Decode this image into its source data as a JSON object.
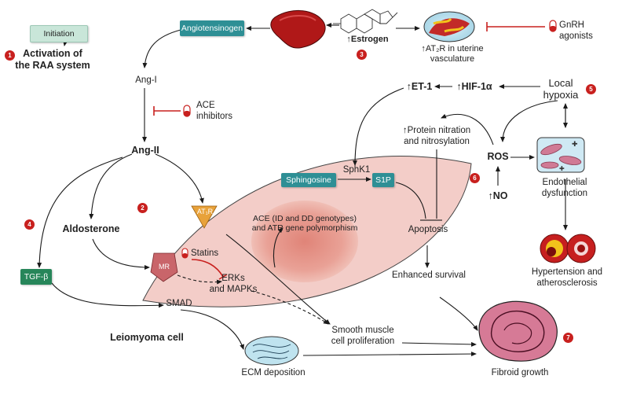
{
  "colors": {
    "accent_red": "#c8201e",
    "teal": "#2e8f95",
    "green": "#27865a",
    "cell_fill": "#f3cdc8",
    "arrow": "#1a1a1a"
  },
  "steps": [
    "1",
    "2",
    "3",
    "4",
    "5",
    "6",
    "7"
  ],
  "boxes": {
    "initiation": "Initiation",
    "angiotensinogen": "Angiotensinogen",
    "sphingosine": "Sphingosine",
    "s1p": "S1P",
    "tgf_beta": "TGF-β"
  },
  "labels": {
    "activation_line1": "Activation of",
    "activation_line2": "the RAA system",
    "ang1": "Ang-I",
    "ang2": "Ang-II",
    "ace_inhibitors_line1": "ACE",
    "ace_inhibitors_line2": "inhibitors",
    "aldosterone": "Aldosterone",
    "at1r": "AT₁R",
    "mr": "MR",
    "statins": "Statins",
    "erks_line1": "ERKs",
    "erks_line2": "and MAPKs",
    "smad": "SMAD",
    "leiomyoma": "Leiomyoma cell",
    "ecm": "ECM deposition",
    "estrogen": "↑Estrogen",
    "at2r_line1": "↑AT₂R in uterine",
    "at2r_line2": "vasculature",
    "gnrh_line1": "GnRH",
    "gnrh_line2": "agonists",
    "et1": "↑ET-1",
    "hif": "↑HIF-1α",
    "hypoxia_line1": "Local",
    "hypoxia_line2": "hypoxia",
    "nitration_line1": "↑Protein nitration",
    "nitration_line2": "and nitrosylation",
    "ros": "ROS",
    "no": "↑NO",
    "endo_line1": "Endothelial",
    "endo_line2": "dysfunction",
    "hyper_line1": "Hypertension and",
    "hyper_line2": "atherosclerosis",
    "sphk1": "SphK1",
    "ace_gene_line1": "ACE (ID and DD genotypes)",
    "ace_gene_line2": "and ATR gene polymorphism",
    "apoptosis": "Apoptosis",
    "survival": "Enhanced survival",
    "smc_line1": "Smooth muscle",
    "smc_line2": "cell proliferation",
    "fibroid": "Fibroid growth"
  }
}
